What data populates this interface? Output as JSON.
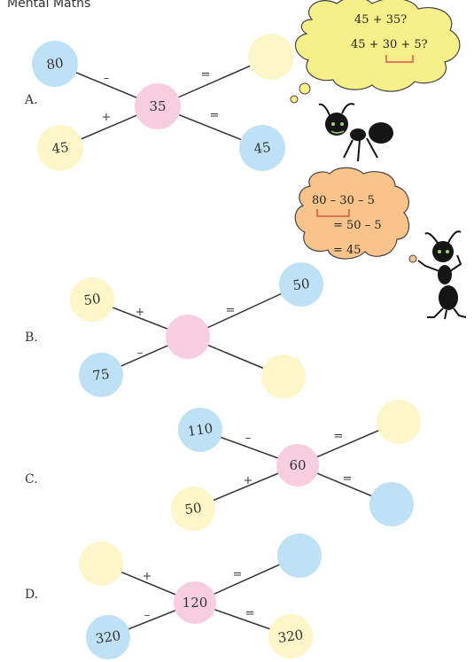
{
  "header_text": "Mental Maths",
  "colors": {
    "blue": "#bfe1f5",
    "yellow": "#fdf6c8",
    "pink": "#f7cde0",
    "cloud": "#f7f08a",
    "orange_cloud": "#f9c48c",
    "bracket": "#d9534f"
  },
  "problems": [
    {
      "label": "A.",
      "top_left": "80",
      "bottom_left": "45",
      "center": "35",
      "top_right": "",
      "bottom_right": "45",
      "op_top_left": "–",
      "op_bottom_left": "+",
      "op_top_right": "=",
      "op_bottom_right": "="
    },
    {
      "label": "B.",
      "top_left": "50",
      "bottom_left": "75",
      "center": "",
      "top_right": "50",
      "bottom_right": "",
      "op_top_left": "+",
      "op_bottom_left": "–",
      "op_top_right": "=",
      "op_bottom_right": ""
    },
    {
      "label": "C.",
      "top_left": "110",
      "bottom_left": "50",
      "center": "60",
      "top_right": "",
      "bottom_right": "",
      "op_top_left": "–",
      "op_bottom_left": "+",
      "op_top_right": "=",
      "op_bottom_right": "="
    },
    {
      "label": "D.",
      "top_left": "",
      "bottom_left": "320",
      "center": "120",
      "top_right": "",
      "bottom_right": "320",
      "op_top_left": "+",
      "op_bottom_left": "–",
      "op_top_right": "=",
      "op_bottom_right": "="
    }
  ],
  "bubble_1": {
    "line1": "45 + 35?",
    "line2": "45 + 30 + 5?"
  },
  "bubble_2": {
    "line1": "80 – 30 – 5",
    "line2": "= 50 – 5",
    "line3": "= 45"
  }
}
